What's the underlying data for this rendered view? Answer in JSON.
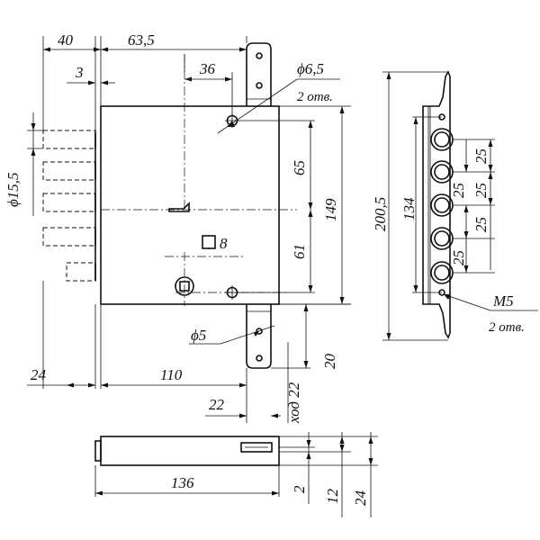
{
  "dimensions": {
    "d40": "40",
    "d63_5": "63,5",
    "d36": "36",
    "d3": "3",
    "phi6_5": "ϕ6,5",
    "holes2": "2 отв.",
    "phi15_5": "ϕ15,5",
    "d65": "65",
    "d149": "149",
    "d61": "61",
    "sq8": "8",
    "d200_5": "200,5",
    "d134": "134",
    "d25": "25",
    "m5": "M5",
    "holes2b": "2 отв.",
    "phi5": "ϕ5",
    "d24": "24",
    "d110": "110",
    "d22": "22",
    "travel22": "ход 22",
    "d20": "20",
    "d136": "136",
    "d2": "2",
    "d12": "12",
    "d24b": "24"
  }
}
